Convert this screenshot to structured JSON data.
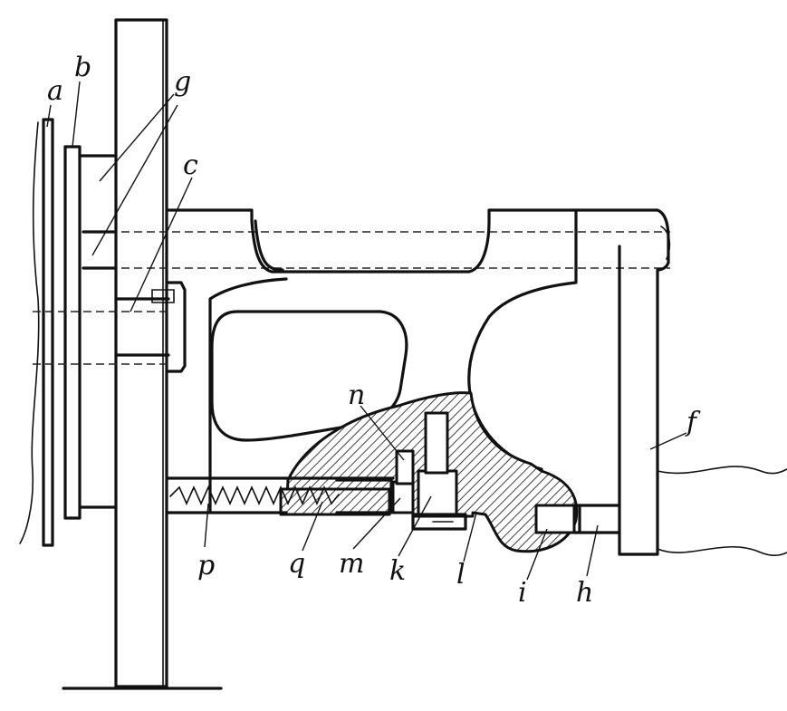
{
  "labels": {
    "a": "a",
    "b": "b",
    "g": "g",
    "c": "c",
    "f": "f",
    "n": "n",
    "p": "p",
    "q": "q",
    "m": "m",
    "k": "k",
    "l": "l",
    "i": "i",
    "h": "h"
  },
  "colors": {
    "ink": "#111111",
    "paper": "#ffffff"
  }
}
